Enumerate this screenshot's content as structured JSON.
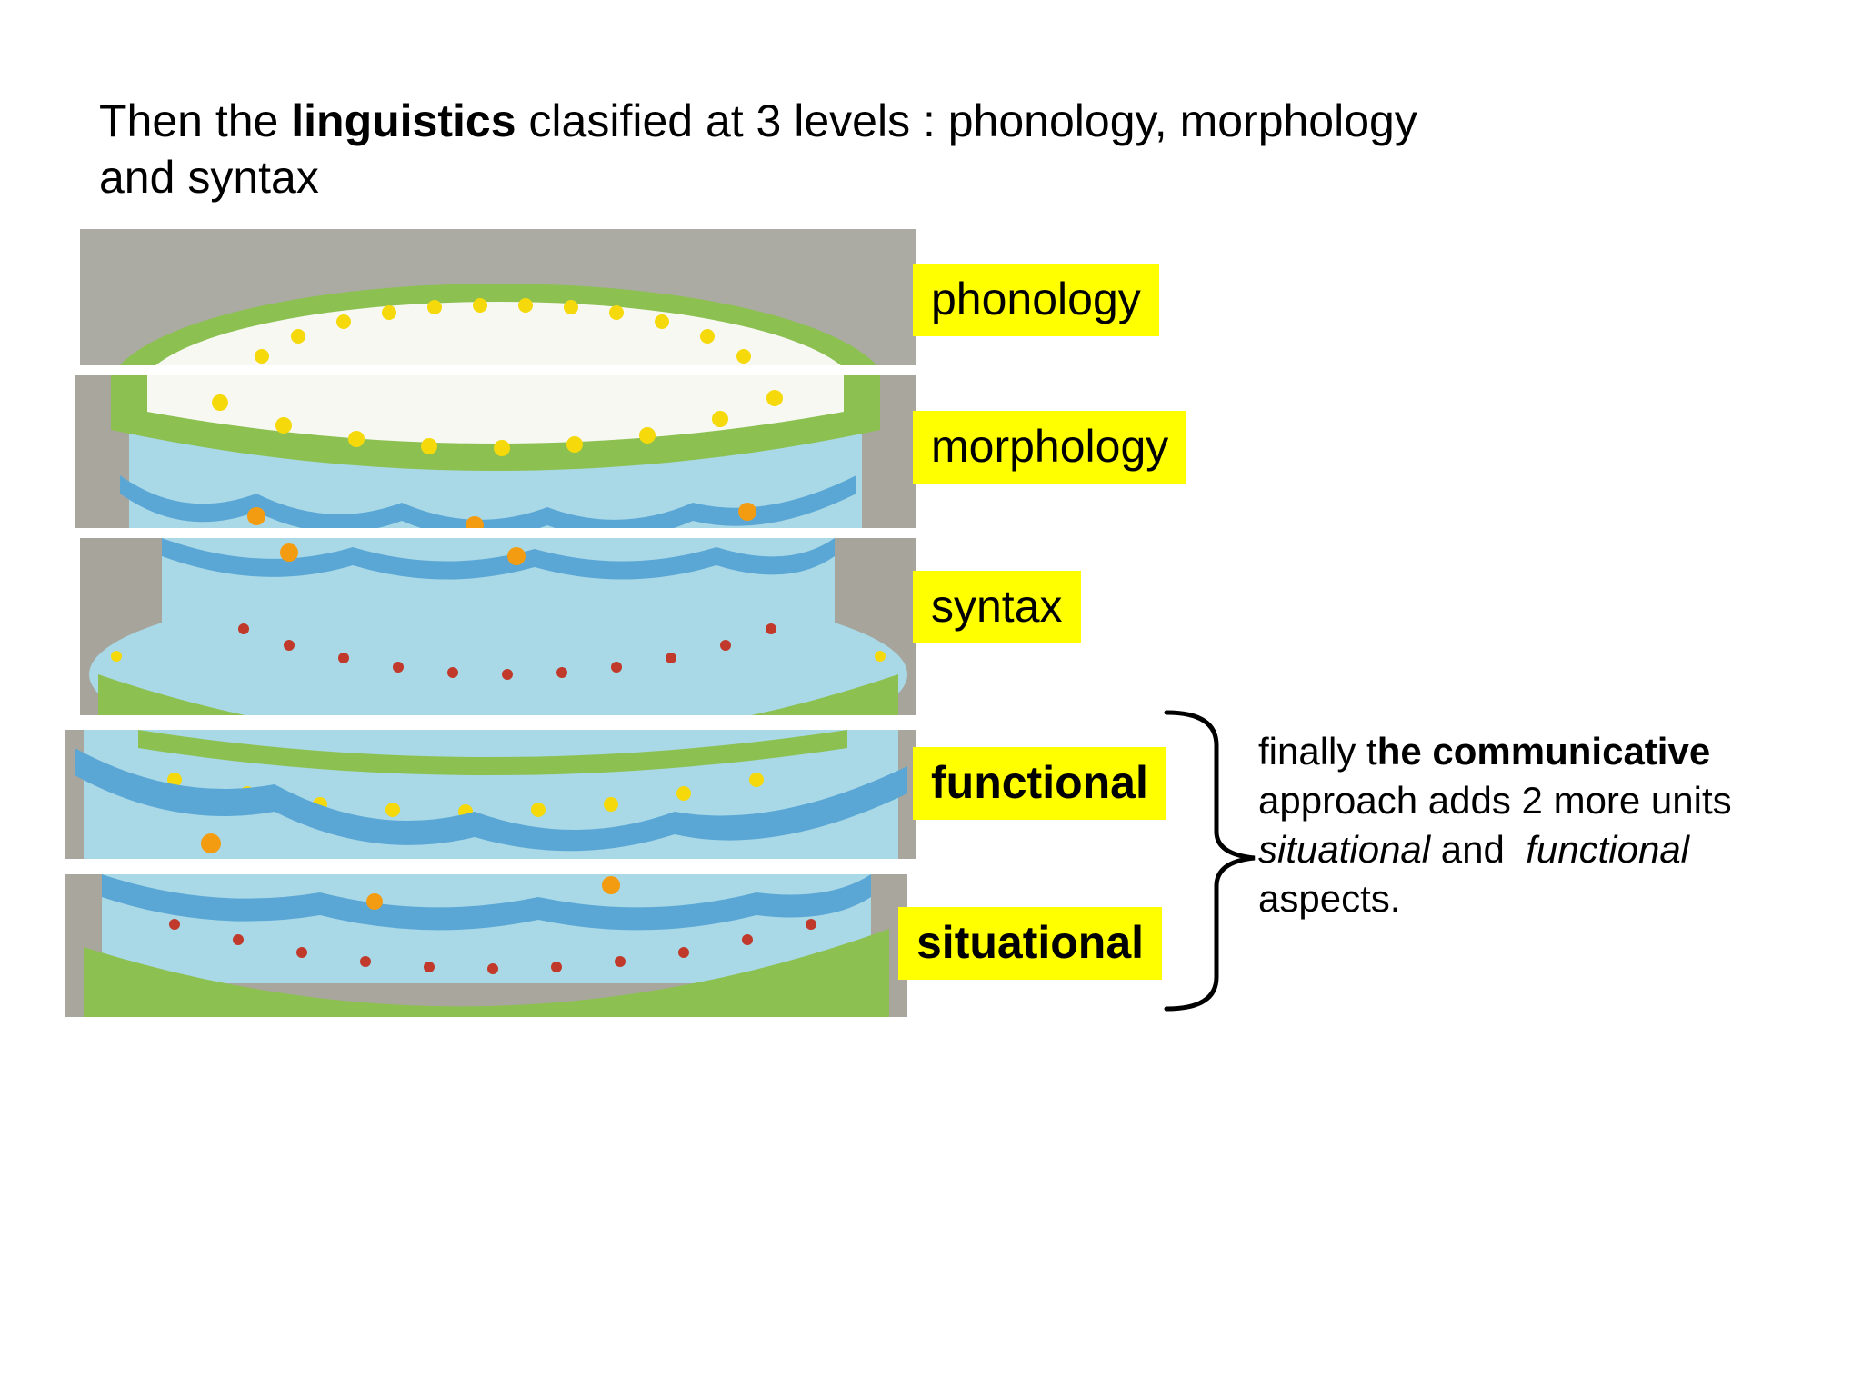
{
  "heading": {
    "line1_pre": "Then the ",
    "line1_bold": "linguistics",
    "line1_post": " clasified  at 3 levels : phonology, morphology",
    "line2": "and syntax"
  },
  "labels": {
    "phonology": "phonology",
    "morphology": "morphology",
    "syntax": "syntax",
    "functional": "functional",
    "situational": "situational"
  },
  "note": {
    "pre": "finally t",
    "bold": "he communicative",
    "line2": "approach adds 2 more units",
    "italic1": "situational",
    "mid": " and  ",
    "italic2": "functional",
    "end": "aspects."
  },
  "colors": {
    "label_bg": "#ffff00",
    "icing_blue": "#5aa7d6",
    "cake_body": "#a9d8e6",
    "frosting_green": "#8cc152",
    "dot_yellow": "#f5d90a",
    "dot_red": "#c0392b"
  }
}
